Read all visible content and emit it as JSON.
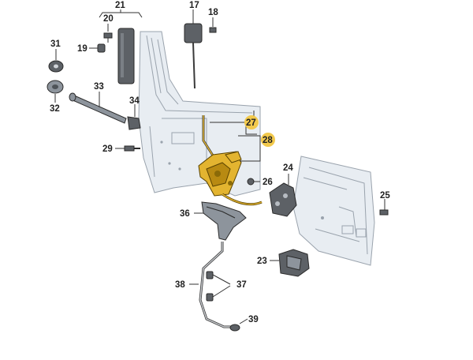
{
  "diagram": {
    "callouts": [
      {
        "id": "c21",
        "text": "21",
        "highlight": false
      },
      {
        "id": "c17",
        "text": "17",
        "highlight": false
      },
      {
        "id": "c18",
        "text": "18",
        "highlight": false
      },
      {
        "id": "c20",
        "text": "20",
        "highlight": false
      },
      {
        "id": "c31",
        "text": "31",
        "highlight": false
      },
      {
        "id": "c19",
        "text": "19",
        "highlight": false
      },
      {
        "id": "c33",
        "text": "33",
        "highlight": false
      },
      {
        "id": "c34",
        "text": "34",
        "highlight": false
      },
      {
        "id": "c32",
        "text": "32",
        "highlight": false
      },
      {
        "id": "c27",
        "text": "27",
        "highlight": true
      },
      {
        "id": "c28",
        "text": "28",
        "highlight": true
      },
      {
        "id": "c29",
        "text": "29",
        "highlight": false
      },
      {
        "id": "c24",
        "text": "24",
        "highlight": false
      },
      {
        "id": "c26",
        "text": "26",
        "highlight": false
      },
      {
        "id": "c25",
        "text": "25",
        "highlight": false
      },
      {
        "id": "c36",
        "text": "36",
        "highlight": false
      },
      {
        "id": "c23",
        "text": "23",
        "highlight": false
      },
      {
        "id": "c38",
        "text": "38",
        "highlight": false
      },
      {
        "id": "c37",
        "text": "37",
        "highlight": false
      },
      {
        "id": "c39",
        "text": "39",
        "highlight": false
      }
    ],
    "colors": {
      "highlight": "#f2c94c",
      "lock_body": "#e3b430",
      "part_dark": "#5d6166",
      "door_panel": "#e8edf2"
    }
  }
}
